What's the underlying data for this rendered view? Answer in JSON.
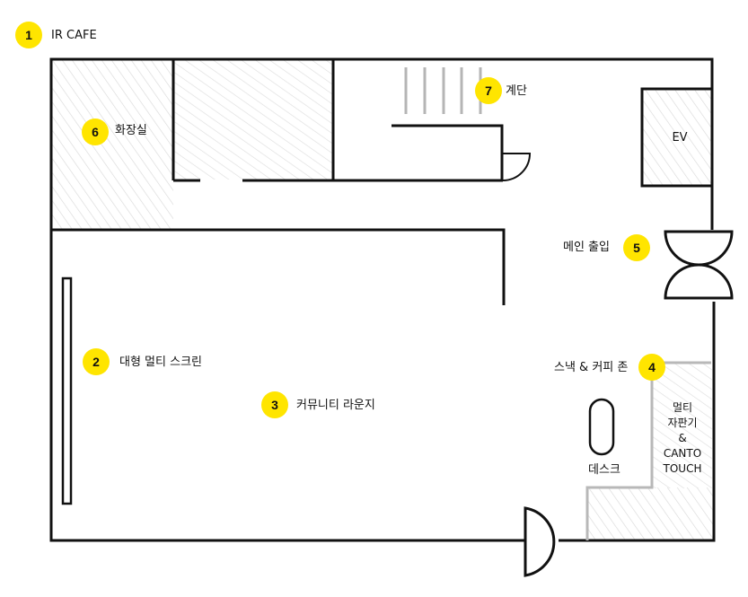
{
  "colors": {
    "marker": "#FFE500",
    "wall": "#111111",
    "hatch": "#d6d6d6",
    "stair": "#b5b5b5",
    "zone_outline": "#b8b8b8"
  },
  "legend": {
    "number": "1",
    "label": "IR CAFE"
  },
  "areas": {
    "restroom": {
      "number": "6",
      "label": "화장실"
    },
    "stairs": {
      "number": "7",
      "label": "계단"
    },
    "elevator": {
      "label": "EV"
    },
    "main_entrance": {
      "number": "5",
      "label": "메인 출입"
    },
    "screen": {
      "number": "2",
      "label": "대형 멀티 스크린"
    },
    "lounge": {
      "number": "3",
      "label": "커뮤니티 라운지"
    },
    "snack_zone": {
      "number": "4",
      "label": "스낵 & 커피 존"
    },
    "vending": {
      "lines": [
        "멀티",
        "자판기",
        "&",
        "CANTO",
        "TOUCH"
      ]
    },
    "desk": {
      "label": "데스크"
    }
  }
}
